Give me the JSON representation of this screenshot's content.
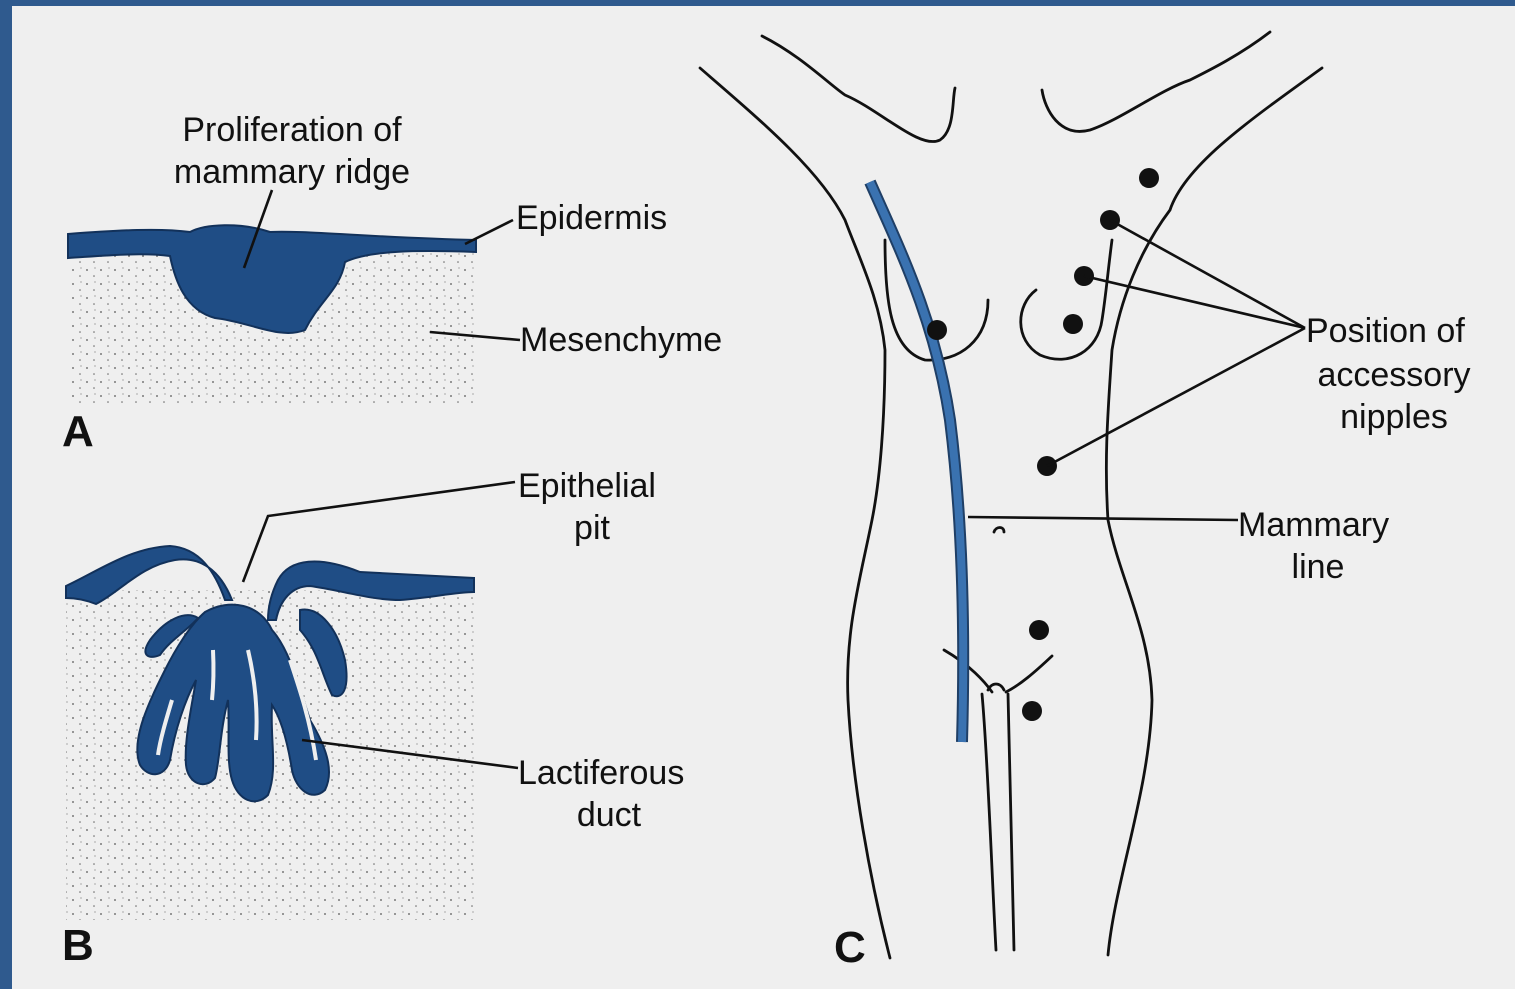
{
  "panels": {
    "a": "A",
    "b": "B",
    "c": "C"
  },
  "labels": {
    "proliferation": [
      "Proliferation of",
      "mammary ridge"
    ],
    "epidermis": "Epidermis",
    "mesenchyme": "Mesenchyme",
    "epithelial_pit": [
      "Epithelial",
      "pit"
    ],
    "lactiferous_duct": [
      "Lactiferous",
      "duct"
    ],
    "accessory_nipples": [
      "Position of",
      "accessory",
      "nipples"
    ],
    "mammary_line": [
      "Mammary",
      "line"
    ]
  },
  "colors": {
    "frame": "#2f5a8e",
    "background": "#efefef",
    "tissue": "#1f4d85",
    "mammary_line": "#3a72b0"
  }
}
